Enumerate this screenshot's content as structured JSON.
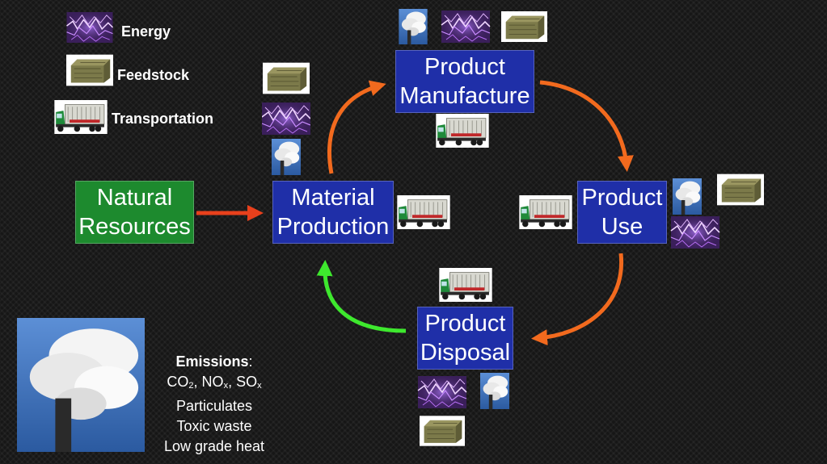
{
  "legend": {
    "energy": "Energy",
    "feedstock": "Feedstock",
    "transportation": "Transportation"
  },
  "nodes": {
    "natural_resources": [
      "Natural",
      "Resources"
    ],
    "material_production": [
      "Material",
      "Production"
    ],
    "product_manufacture": [
      "Product",
      "Manufacture"
    ],
    "product_use": [
      "Product",
      "Use"
    ],
    "product_disposal": [
      "Product",
      "Disposal"
    ]
  },
  "emissions": {
    "heading": "Emissions",
    "colon": ":",
    "line1": {
      "a": "CO",
      "a_sub": "2",
      "sep1": ", NO",
      "b_sub": "x",
      "sep2": ", SO",
      "c_sub": "x"
    },
    "line2": "Particulates",
    "line3": "Toxic waste",
    "line4": "Low grade heat"
  },
  "icons": {
    "energy": "lightning-icon",
    "feedstock": "hay-bale-icon",
    "transportation": "truck-icon",
    "emissions": "smokestack-icon"
  },
  "colors": {
    "node_blue": "#1f2fa8",
    "node_green": "#1d8a2e",
    "arrow_orange": "#f26a1e",
    "arrow_red": "#e8401c",
    "arrow_green": "#3ee82e",
    "background": "#161616"
  }
}
